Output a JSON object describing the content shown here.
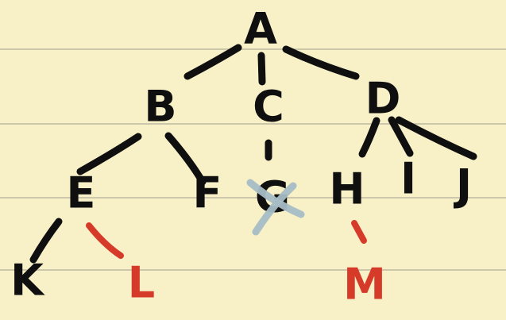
{
  "tree": {
    "nodes": [
      {
        "id": "A",
        "label": "A",
        "color": "#0f0f0f",
        "status": "normal"
      },
      {
        "id": "B",
        "label": "B",
        "color": "#0f0f0f",
        "status": "normal"
      },
      {
        "id": "C",
        "label": "C",
        "color": "#0f0f0f",
        "status": "normal"
      },
      {
        "id": "D",
        "label": "D",
        "color": "#0f0f0f",
        "status": "normal"
      },
      {
        "id": "E",
        "label": "E",
        "color": "#0f0f0f",
        "status": "normal"
      },
      {
        "id": "F",
        "label": "F",
        "color": "#0f0f0f",
        "status": "normal"
      },
      {
        "id": "G",
        "label": "G",
        "color": "#0f0f0f",
        "status": "crossed-out"
      },
      {
        "id": "H",
        "label": "H",
        "color": "#0f0f0f",
        "status": "normal"
      },
      {
        "id": "I",
        "label": "I",
        "color": "#0f0f0f",
        "status": "normal"
      },
      {
        "id": "J",
        "label": "J",
        "color": "#0f0f0f",
        "status": "normal"
      },
      {
        "id": "K",
        "label": "K",
        "color": "#0f0f0f",
        "status": "normal"
      },
      {
        "id": "L",
        "label": "L",
        "color": "#d63b2a",
        "status": "added"
      },
      {
        "id": "M",
        "label": "M",
        "color": "#d63b2a",
        "status": "added"
      }
    ],
    "edges": [
      {
        "from": "A",
        "to": "B",
        "color": "#0f0f0f"
      },
      {
        "from": "A",
        "to": "C",
        "color": "#0f0f0f"
      },
      {
        "from": "A",
        "to": "D",
        "color": "#0f0f0f"
      },
      {
        "from": "B",
        "to": "E",
        "color": "#0f0f0f"
      },
      {
        "from": "B",
        "to": "F",
        "color": "#0f0f0f"
      },
      {
        "from": "C",
        "to": "G",
        "color": "#0f0f0f"
      },
      {
        "from": "D",
        "to": "H",
        "color": "#0f0f0f"
      },
      {
        "from": "D",
        "to": "I",
        "color": "#0f0f0f"
      },
      {
        "from": "D",
        "to": "J",
        "color": "#0f0f0f"
      },
      {
        "from": "E",
        "to": "K",
        "color": "#0f0f0f"
      },
      {
        "from": "E",
        "to": "L",
        "color": "#d63b2a"
      },
      {
        "from": "H",
        "to": "M",
        "color": "#d63b2a"
      }
    ]
  },
  "cross_mark_color": "#a7bdc6",
  "paper_color": "#f8f1c7"
}
